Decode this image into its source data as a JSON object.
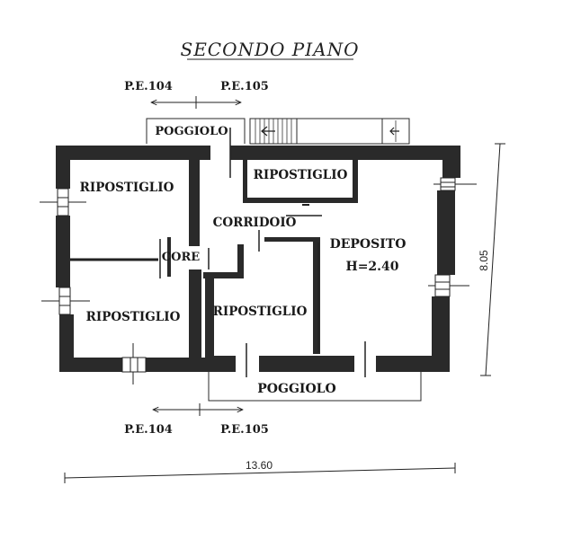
{
  "title": "SECONDO PIANO",
  "references": {
    "top_left": "P.E.104",
    "top_right": "P.E.105",
    "bottom_left": "P.E.104",
    "bottom_right": "P.E.105"
  },
  "rooms": {
    "poggiolo_top": "POGGIOLO",
    "ripostiglio_top_left": "RIPOSTIGLIO",
    "ripostiglio_top_center": "RIPOSTIGLIO",
    "corridoio": "CORRIDOIO",
    "core": "CORE",
    "deposito": "DEPOSITO",
    "deposito_height": "H=2.40",
    "ripostiglio_bottom_left": "RIPOSTIGLIO",
    "ripostiglio_bottom_center": "RIPOSTIGLIO",
    "poggiolo_bottom": "POGGIOLO"
  },
  "dimensions": {
    "width": "13.60",
    "height": "8.05"
  }
}
